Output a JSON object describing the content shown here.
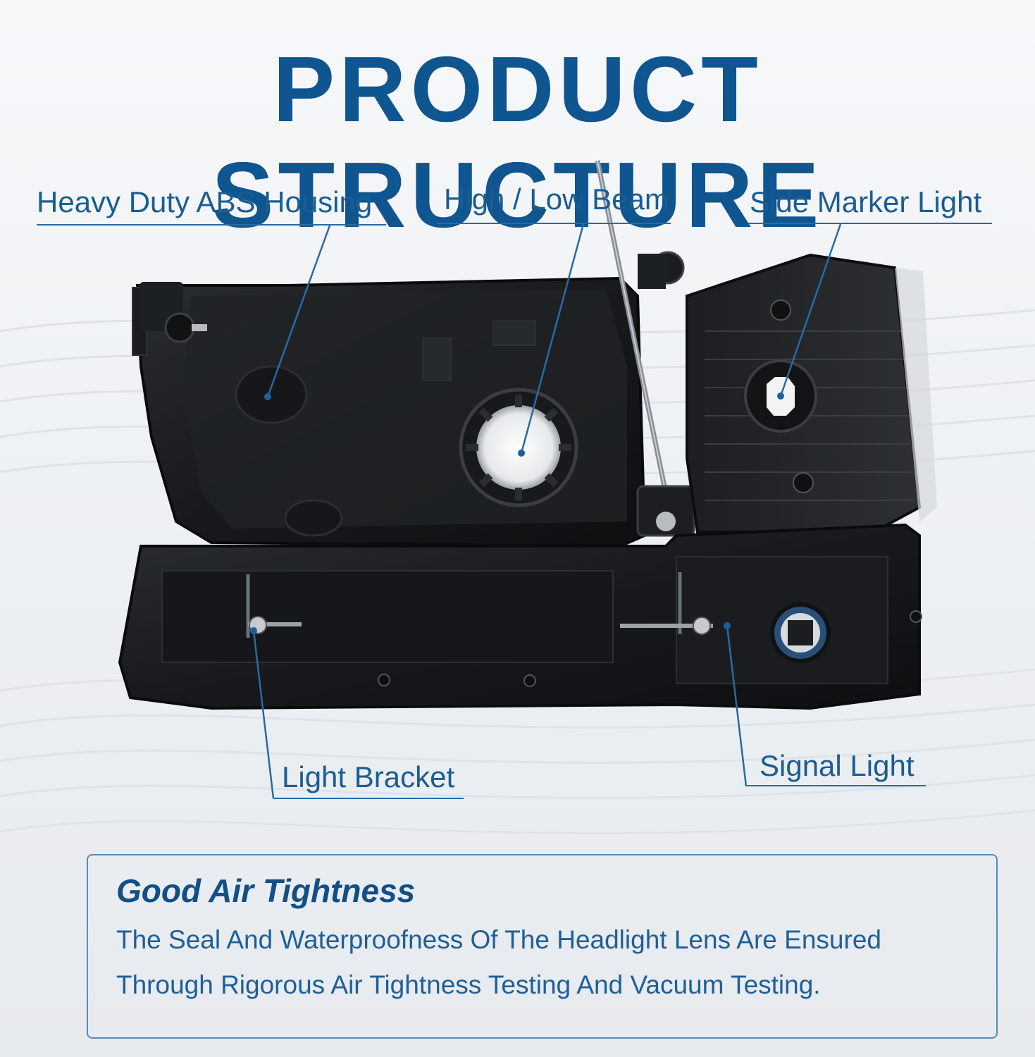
{
  "title": "PRODUCT STRUCTURE",
  "callouts": {
    "housing": "Heavy Duty ABS Housing",
    "beam": "High / Low Beam",
    "side_marker": "Side Marker Light",
    "bracket": "Light Bracket",
    "signal": "Signal Light"
  },
  "feature": {
    "heading": "Good Air Tightness",
    "body": "The Seal And Waterproofness Of The Headlight Lens Are Ensured Through Rigorous Air Tightness Testing And Vacuum Testing."
  },
  "colors": {
    "accent": "#0f5590",
    "label_text": "#1a5d93",
    "housing": "#1b1d20"
  }
}
